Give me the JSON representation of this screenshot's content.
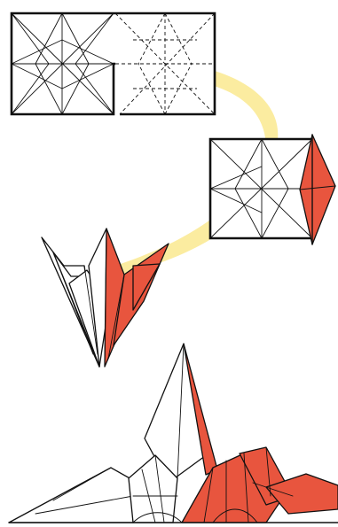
{
  "colors": {
    "paper_front": "#ffffff",
    "paper_back": "#e8553e",
    "flow_arrow": "#fbeca0",
    "ink": "#111111"
  },
  "steps": [
    {
      "name": "unfolded-sheet-with-crease-pattern",
      "colored_side": false
    },
    {
      "name": "collapsed-square-base",
      "colored_side": true
    },
    {
      "name": "narrowed-bird-base",
      "colored_side": true
    },
    {
      "name": "finished-crane",
      "colored_side": true
    }
  ]
}
